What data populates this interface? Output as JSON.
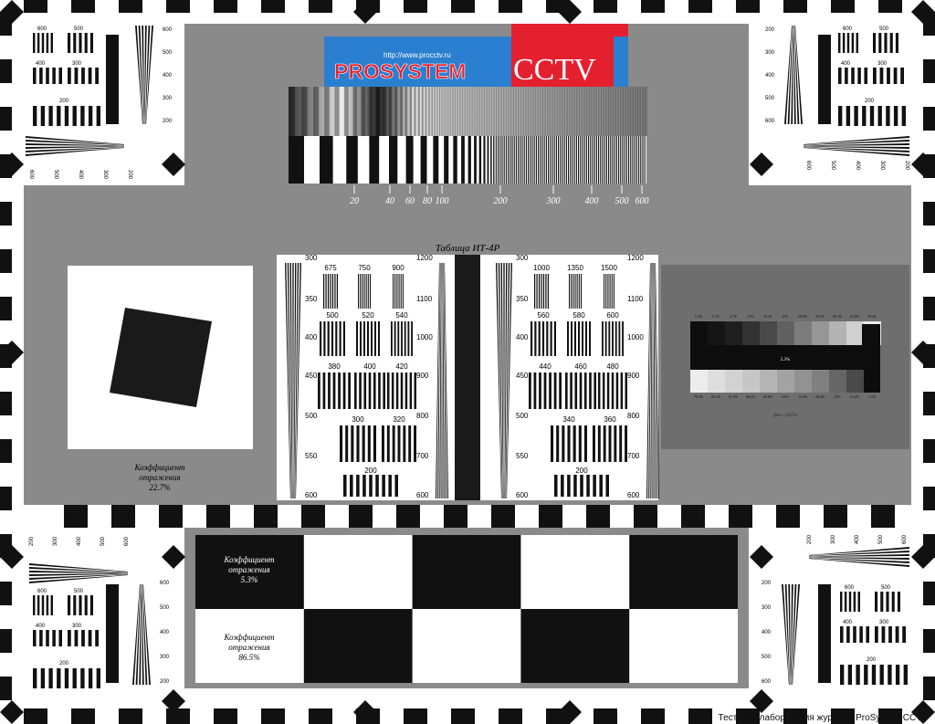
{
  "logo": {
    "url": "http://www.procctv.ru",
    "brand": "PROSYSTEM",
    "product": "CCTV",
    "colors": {
      "blue": "#2b7fd0",
      "red": "#e5202e"
    }
  },
  "title": "Таблица ИТ-4Р",
  "footer": "Тестовая лаборатория журнала ProSystem CCTV",
  "sweep_scale": [
    "20",
    "40",
    "60",
    "80",
    "100",
    "200",
    "300",
    "400",
    "500",
    "600"
  ],
  "reflectance_white_square": {
    "line1": "Коэффициент",
    "line2": "отражения",
    "value": "22.7%"
  },
  "checker": {
    "dark": {
      "line1": "Коэффициент",
      "line2": "отражения",
      "value": "5.3%"
    },
    "light": {
      "line1": "Коэффициент",
      "line2": "отражения",
      "value": "86.5%"
    }
  },
  "center_left": {
    "scale_left": [
      "300",
      "350",
      "400",
      "450",
      "500",
      "550",
      "600"
    ],
    "scale_right": [
      "1200",
      "1100",
      "1000",
      "900",
      "800",
      "700",
      "600"
    ],
    "groups": [
      "675",
      "750",
      "900",
      "500",
      "520",
      "540",
      "380",
      "400",
      "420",
      "300",
      "320",
      "200"
    ]
  },
  "center_right": {
    "scale_left": [
      "300",
      "350",
      "400",
      "450",
      "500",
      "550",
      "600"
    ],
    "scale_right": [
      "1200",
      "1100",
      "1000",
      "900",
      "800",
      "700",
      "600"
    ],
    "groups": [
      "1000",
      "1350",
      "1500",
      "560",
      "580",
      "600",
      "440",
      "460",
      "480",
      "340",
      "360",
      "200"
    ]
  },
  "gray_scale": {
    "top_values": [
      "5.3%",
      "5.7%",
      "6.7%",
      "10%",
      "14.4%",
      "20%",
      "29.8%",
      "38.5%",
      "49.4%",
      "62.8%",
      "78.4%"
    ],
    "center_value": "5.3%",
    "bottom_values": [
      "78.4%",
      "68.1%",
      "61.9%",
      "58.5%",
      "49.8%",
      "41%",
      "34.4%",
      "28.4%",
      "20%",
      "12.4%",
      "1.5%"
    ],
    "background": "фон - 24.5%"
  },
  "corners": {
    "tl": [
      "600",
      "500",
      "400",
      "300",
      "200"
    ],
    "tl_vert": [
      "600",
      "500",
      "400",
      "300",
      "200"
    ],
    "tl_horiz": [
      "600",
      "500",
      "400",
      "300",
      "200"
    ],
    "tr": [
      "200",
      "300",
      "400",
      "500",
      "600"
    ],
    "tr_groups": [
      "600",
      "500",
      "400",
      "300",
      "200"
    ],
    "tr_horiz": [
      "600",
      "500",
      "400",
      "300",
      "200"
    ],
    "bl_horiz": [
      "200",
      "300",
      "400",
      "500",
      "600"
    ],
    "bl_groups": [
      "600",
      "500",
      "400",
      "300",
      "200"
    ],
    "bl_vert": [
      "600",
      "500",
      "400",
      "300",
      "200"
    ],
    "br_horiz": [
      "200",
      "300",
      "400",
      "500",
      "600"
    ],
    "br_vert": [
      "200",
      "300",
      "400",
      "500",
      "600"
    ],
    "br_groups": [
      "600",
      "500",
      "400",
      "300",
      "200"
    ]
  }
}
